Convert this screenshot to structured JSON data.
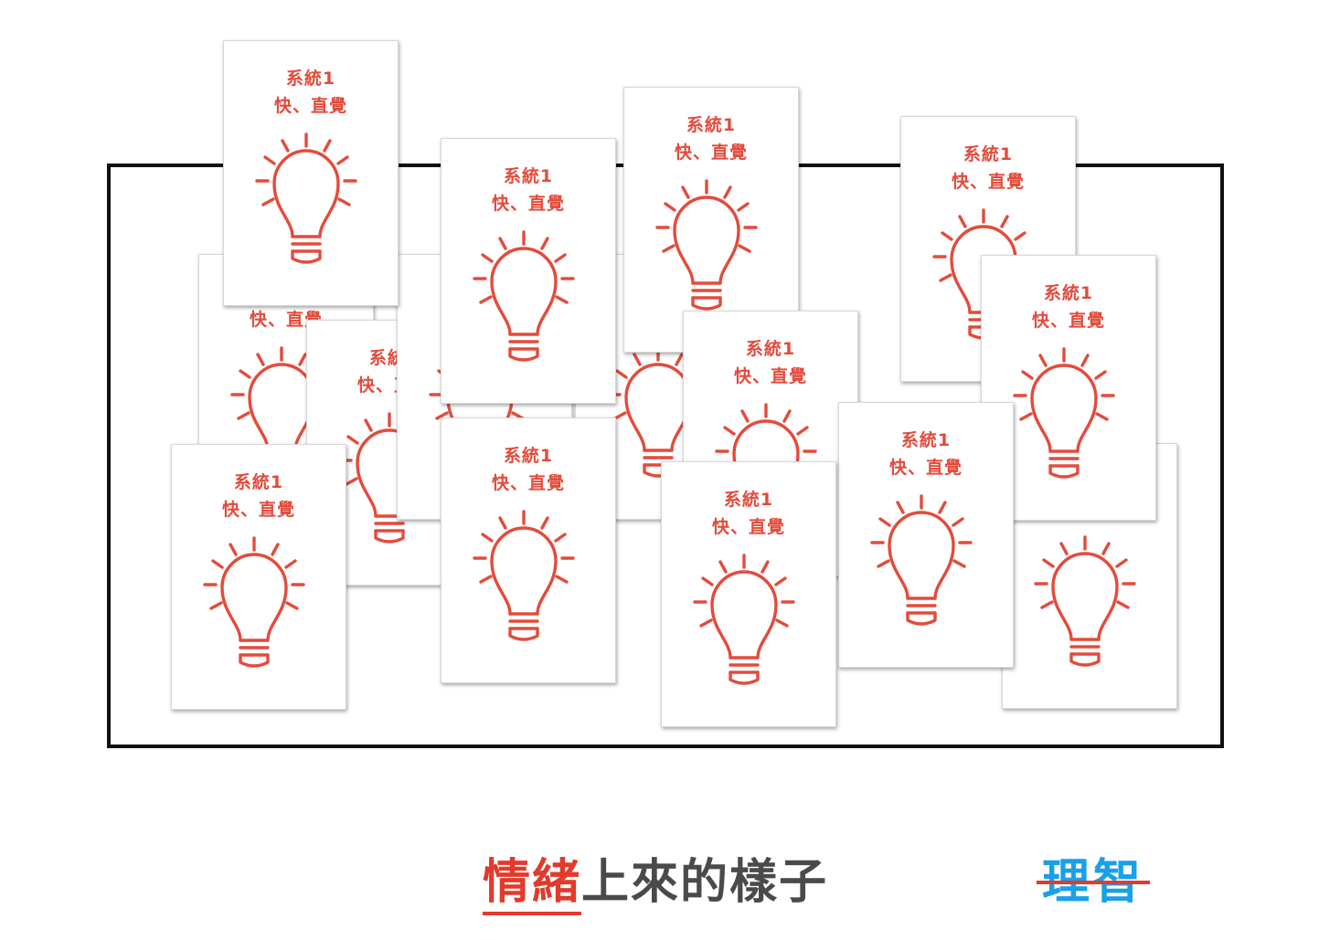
{
  "card": {
    "line1": "系統1",
    "line2": "快、直覺",
    "icon": "lightbulb-icon"
  },
  "caption": {
    "emotion": "情緒",
    "rest": "上來的樣子"
  },
  "reason": {
    "text": "理智",
    "struck": true
  },
  "colors": {
    "accent": "#e34b3c",
    "caption_text": "#4a4a4a",
    "reason_text": "#18a0e8",
    "strike": "#e23a2c",
    "frame": "#111111"
  }
}
